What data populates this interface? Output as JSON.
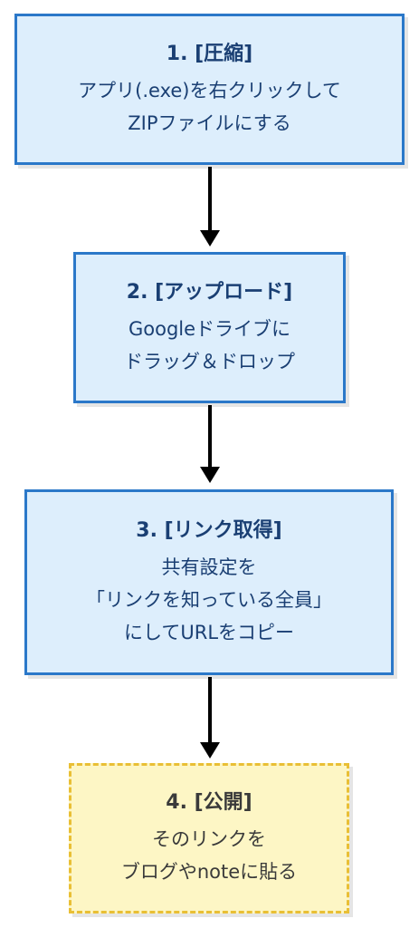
{
  "steps": [
    {
      "title": "1. [圧縮]",
      "lines": [
        "アプリ(.exe)を右クリックして",
        "ZIPファイルにする"
      ]
    },
    {
      "title": "2. [アップロード]",
      "lines": [
        "Googleドライブに",
        "ドラッグ＆ドロップ"
      ]
    },
    {
      "title": "3. [リンク取得]",
      "lines": [
        "共有設定を",
        "「リンクを知っている全員」",
        "にしてURLをコピー"
      ]
    },
    {
      "title": "4. [公開]",
      "lines": [
        "そのリンクを",
        "ブログやnoteに貼る"
      ]
    }
  ],
  "colors": {
    "step_fill": "#ddeefc",
    "step_border": "#2b78c9",
    "final_fill": "#fdf6c5",
    "final_border": "#e9bf35",
    "arrow": "#000000"
  }
}
